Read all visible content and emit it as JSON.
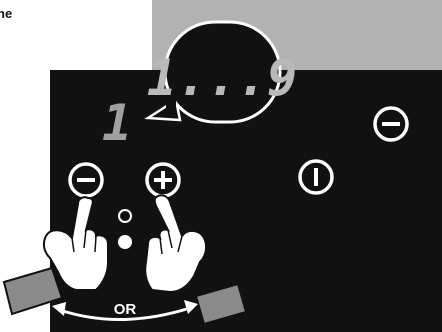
{
  "header": {
    "text": "ne"
  },
  "display": {
    "small_digit": "1",
    "bubble_text": "1...9"
  },
  "gesture": {
    "label": "OR"
  },
  "colors": {
    "panel": "#111111",
    "upper_panel": "#b2b2b2",
    "segment_lit": "#b9b9b9",
    "segment_dim": "#3a3a3a",
    "icon": "#ffffff"
  },
  "icons": [
    "minus-circle-icon",
    "plus-circle-icon",
    "power-icon",
    "minus-circle-icon",
    "hand-pointer-icon",
    "double-arrow-icon"
  ]
}
